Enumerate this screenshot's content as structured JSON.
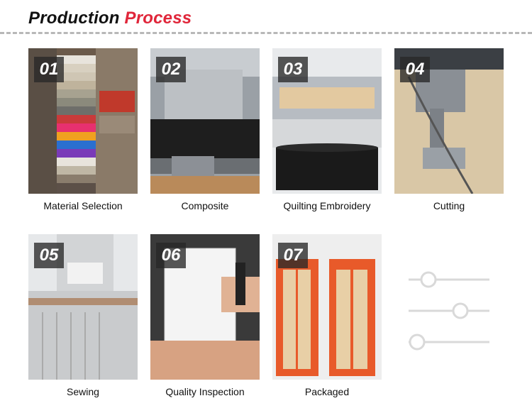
{
  "header": {
    "title_word1": "Production",
    "title_word2": "Process"
  },
  "steps": [
    {
      "num": "01",
      "label": "Material Selection"
    },
    {
      "num": "02",
      "label": "Composite"
    },
    {
      "num": "03",
      "label": "Quilting Embroidery"
    },
    {
      "num": "04",
      "label": "Cutting"
    },
    {
      "num": "05",
      "label": "Sewing"
    },
    {
      "num": "06",
      "label": "Quality Inspection"
    },
    {
      "num": "07",
      "label": "Packaged"
    }
  ],
  "colors": {
    "accent": "#e0263a",
    "title": "#111111",
    "divider": "#b8b8b8",
    "icon": "#d9d9d9"
  },
  "icons": [
    "sliders-icon"
  ]
}
